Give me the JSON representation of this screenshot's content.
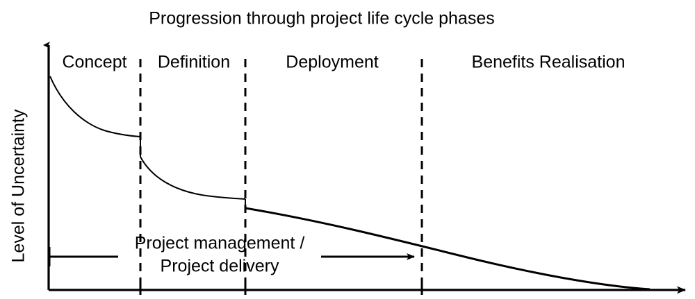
{
  "chart_data": {
    "type": "line",
    "title": "Progression through project life cycle phases",
    "xlabel": "",
    "ylabel": "Level of Uncertainty",
    "grid": false,
    "legend": "none",
    "categories": [
      "Concept",
      "Definition",
      "Deployment",
      "Benefits Realisation"
    ],
    "annotations": [
      "Project management / Project delivery"
    ],
    "series": [
      {
        "name": "Level of Uncertainty",
        "description": "Decaying uncertainty curve with step drops at each phase boundary, reaching zero at the end of Benefits Realisation",
        "points": [
          {
            "phase": "Concept",
            "x": 0.0,
            "y": 1.0
          },
          {
            "phase": "Concept",
            "x": 0.13,
            "y": 0.72
          },
          {
            "phase": "Concept",
            "x": 0.27,
            "y": 0.63
          },
          {
            "phase": "Definition",
            "x": 0.285,
            "y": 0.52
          },
          {
            "phase": "Definition",
            "x": 0.45,
            "y": 0.38
          },
          {
            "phase": "Definition",
            "x": 0.6,
            "y": 0.345
          },
          {
            "phase": "Deployment",
            "x": 0.61,
            "y": 0.29
          },
          {
            "phase": "Deployment",
            "x": 1.0,
            "y": 0.2
          },
          {
            "phase": "Benefits Realisation",
            "x": 1.45,
            "y": 0.09
          },
          {
            "phase": "Benefits Realisation",
            "x": 1.9,
            "y": 0.0
          }
        ]
      }
    ]
  },
  "header": {
    "title": "Progression through project life cycle phases"
  },
  "axes": {
    "y_label": "Level of Uncertainty",
    "x_label": ""
  },
  "phases": [
    {
      "label": "Concept"
    },
    {
      "label": "Definition"
    },
    {
      "label": "Deployment"
    },
    {
      "label": "Benefits Realisation"
    }
  ],
  "band": {
    "line1": "Project management /",
    "line2": "Project delivery"
  },
  "colors": {
    "stroke": "#000000",
    "background": "#ffffff"
  }
}
